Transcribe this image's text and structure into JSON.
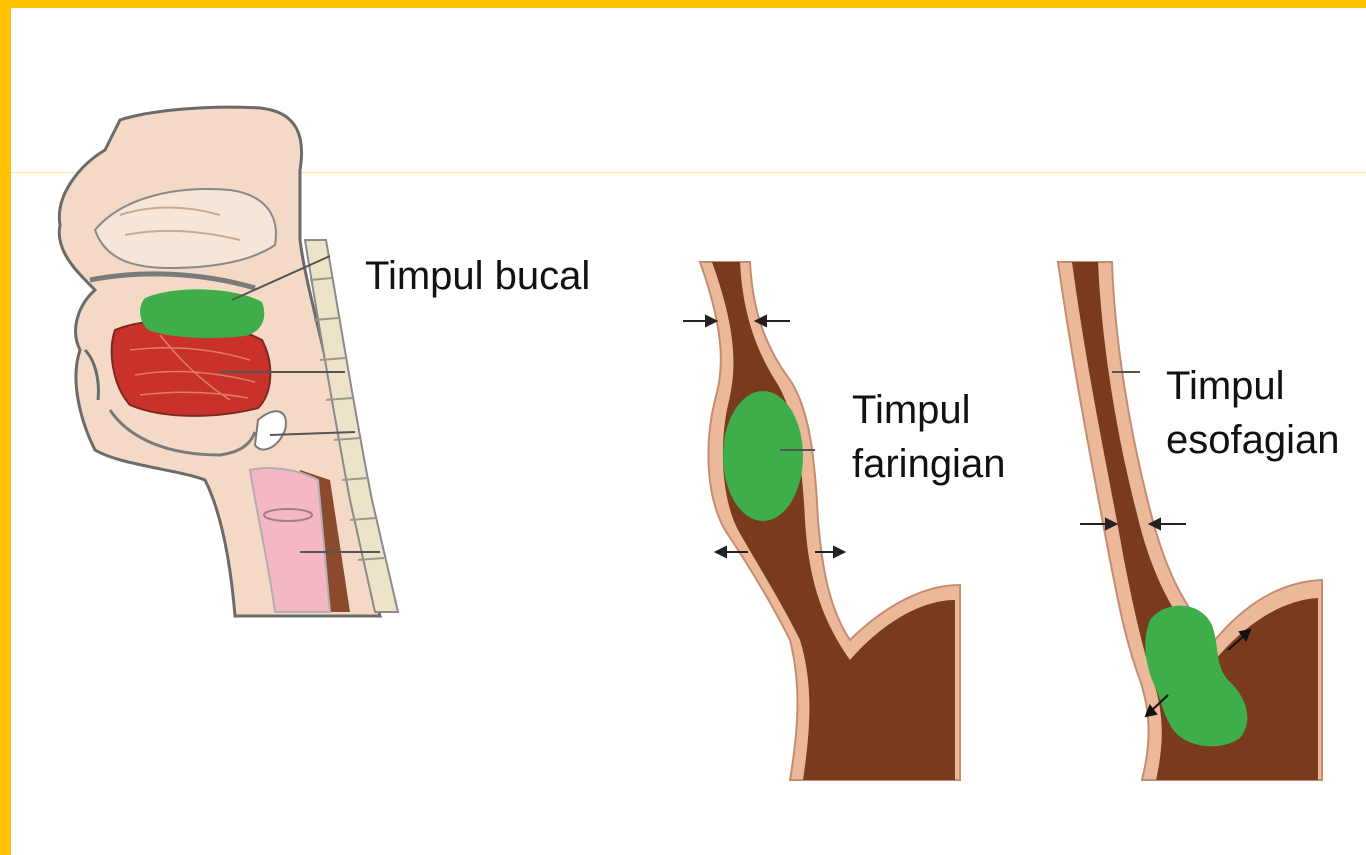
{
  "colors": {
    "frame": "#FFC000",
    "rule": "#FFE699",
    "skin": "#F3D9C6",
    "bolus": "#3DAE4A",
    "tongue": "#C8322B",
    "wall": "#EBB89A",
    "lumen": "#7A3A1E",
    "pink": "#F4B7C3"
  },
  "icons": [
    "arrow-in-icon",
    "arrow-out-icon"
  ],
  "labels": {
    "bucal": "Timpul bucal",
    "faringian_line1": "Timpul",
    "faringian_line2": "faringian",
    "esofagian_line1": "Timpul",
    "esofagian_line2": "esofagian"
  }
}
